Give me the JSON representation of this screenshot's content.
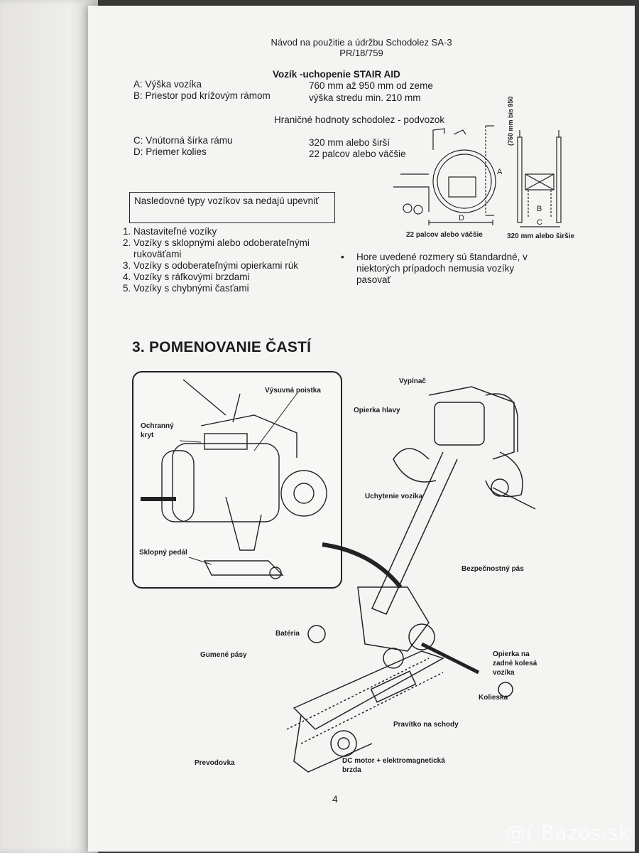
{
  "header": {
    "line1": "Návod na použitie a údržbu Schodolez SA-3",
    "line2": "PR/18/759"
  },
  "wheelchair_spec": {
    "title": "Vozík -uchopenie STAIR AID",
    "rows": [
      {
        "label": "A: Výška vozíka",
        "value": "760 mm až 950 mm od zeme"
      },
      {
        "label": "B: Priestor pod krížovým rámom",
        "value": "výška stredu min. 210 mm"
      }
    ],
    "limits_title": "Hraničné hodnoty schodolez - podvozok",
    "limit_rows": [
      {
        "label": "C: Vnútorná šírka rámu",
        "value": "320 mm alebo širší"
      },
      {
        "label": "D: Priemer kolies",
        "value": "22 palcov alebo väčšie"
      }
    ]
  },
  "wheelchair_diagram": {
    "dim_vertical": "(760 mm bis 950 mm)",
    "label_a": "A",
    "label_d": "D",
    "label_b": "B",
    "label_c": "C",
    "caption_left": "22 palcov alebo väčšie",
    "caption_right": "320 mm  alebo širšie"
  },
  "unsupported": {
    "box_title": "Nasledovné typy vozíkov sa nedajú upevniť",
    "items": [
      "Nastaviteľné vozíky",
      "Vozíky s sklopnými alebo odoberateľnými rukoväťami",
      "Vozíky s odoberateľnými opierkami rúk",
      "Vozíky s ráfkovými brzdami",
      "Vozíky s chybnými časťami"
    ],
    "note": "Hore uvedené rozmery sú štandardné, v niektorých prípadoch nemusia vozíky pasovať"
  },
  "section": {
    "title": "3. POMENOVANIE ČASTÍ"
  },
  "part_labels": {
    "vysuvna_poistka": "Výsuvná poistka",
    "ochranny_kryt_1": "Ochranný",
    "ochranny_kryt_2": "kryt",
    "sklopny_pedal": "Sklopný pedál",
    "vypinac": "Vypínač",
    "opierka_hlavy": "Opierka hlavy",
    "uchytenie_vozika": "Uchytenie vozíka",
    "bezpecnostny_pas": "Bezpečnostný pás",
    "bateria": "Batéria",
    "gumene_pasy": "Gumené pásy",
    "opierka_kolesa_1": "Opierka na",
    "opierka_kolesa_2": "zadné kolesá",
    "opierka_kolesa_3": "vozíka",
    "kolieska": "Kolieska",
    "pravitko": "Pravítko na schody",
    "prevodovka": "Prevodovka",
    "dc_motor_1": "DC motor + elektromagnetická",
    "dc_motor_2": "brzda"
  },
  "footer": {
    "page_number": "4",
    "watermark": "@( Bazos.sk"
  }
}
